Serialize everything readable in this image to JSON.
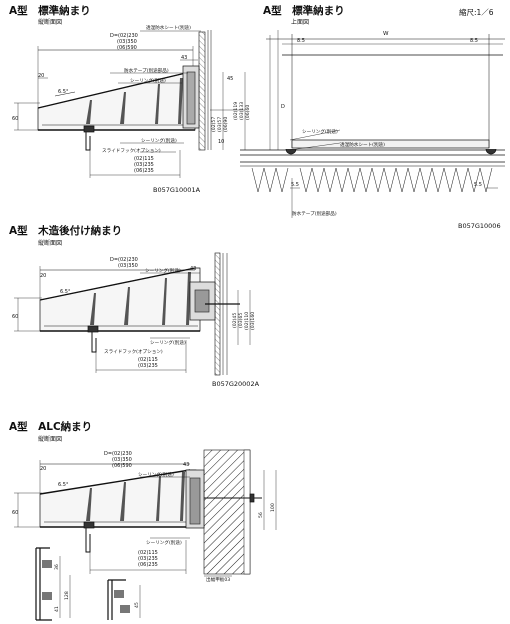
{
  "scale": "縮尺:1／6",
  "sections": [
    {
      "title": "A型　標準納まり",
      "subtitle": "縦断面図",
      "code": "B057G10001A",
      "dims": {
        "d_lines": [
          "D=(02)230",
          "(03)350",
          "(06)590"
        ],
        "top_note": "透湿防水シート(別途)",
        "waterproof_tape": "防水テープ(別途部品)",
        "sealing": "シーリング(別途)",
        "slide_hook": "スライドフック(オプション)",
        "bottom_lines": [
          "(02)115",
          "(03)235",
          "(06)235"
        ],
        "right_a": [
          "(02)119",
          "(03)133",
          "(06)60"
        ],
        "right_b": [
          "(02)57",
          "(03)57",
          "(06)90"
        ],
        "n20": "20",
        "n43": "43",
        "n60": "60",
        "n10": "10",
        "n65": "6.5°",
        "n45": "45"
      }
    },
    {
      "title": "A型",
      "title2": "標準納まり",
      "subtitle": "上面図",
      "code": "B057G10006",
      "dims": {
        "w": "W",
        "d": "D",
        "n85a": "8.5",
        "n85b": "8.5",
        "sealing": "シーリング(別途)",
        "sheet": "透湿防水シート(別途)",
        "n55a": "5.5",
        "n55b": "5.5",
        "tape": "防水テープ(別途部品)"
      }
    },
    {
      "title": "A型　木造後付け納まり",
      "subtitle": "縦断面図",
      "code": "B057G20002A",
      "dims": {
        "d_lines": [
          "D=(02)230",
          "(03)350"
        ],
        "sealing_top": "シーリング(別途)",
        "sealing_bottom": "シーリング(別途)",
        "slide_hook": "スライドフック(オプション)",
        "bottom_lines": [
          "(02)115",
          "(03)235"
        ],
        "right": [
          "(02)45",
          "(03)65"
        ],
        "right_b": [
          "(02)110",
          "(03)160"
        ],
        "n20": "20",
        "n43": "43",
        "n60": "60",
        "n65": "6.5°"
      }
    },
    {
      "title": "A型　ALC納まり",
      "subtitle": "縦断面図",
      "code": "",
      "dims": {
        "d_lines": [
          "D=(02)230",
          "(03)350",
          "(06)590"
        ],
        "sealing_top": "シーリング(別途)",
        "sealing_mid": "シーリング(別途)",
        "bottom_lines": [
          "(02)115",
          "(03)235",
          "(06)235"
        ],
        "bracket": "出幅甲板03",
        "n20": "20",
        "n43": "43",
        "n60": "60",
        "n65": "6.5°",
        "n56": "56",
        "n100": "100",
        "n36": "36",
        "n128": "128",
        "n41": "41",
        "n45": "45"
      }
    }
  ]
}
